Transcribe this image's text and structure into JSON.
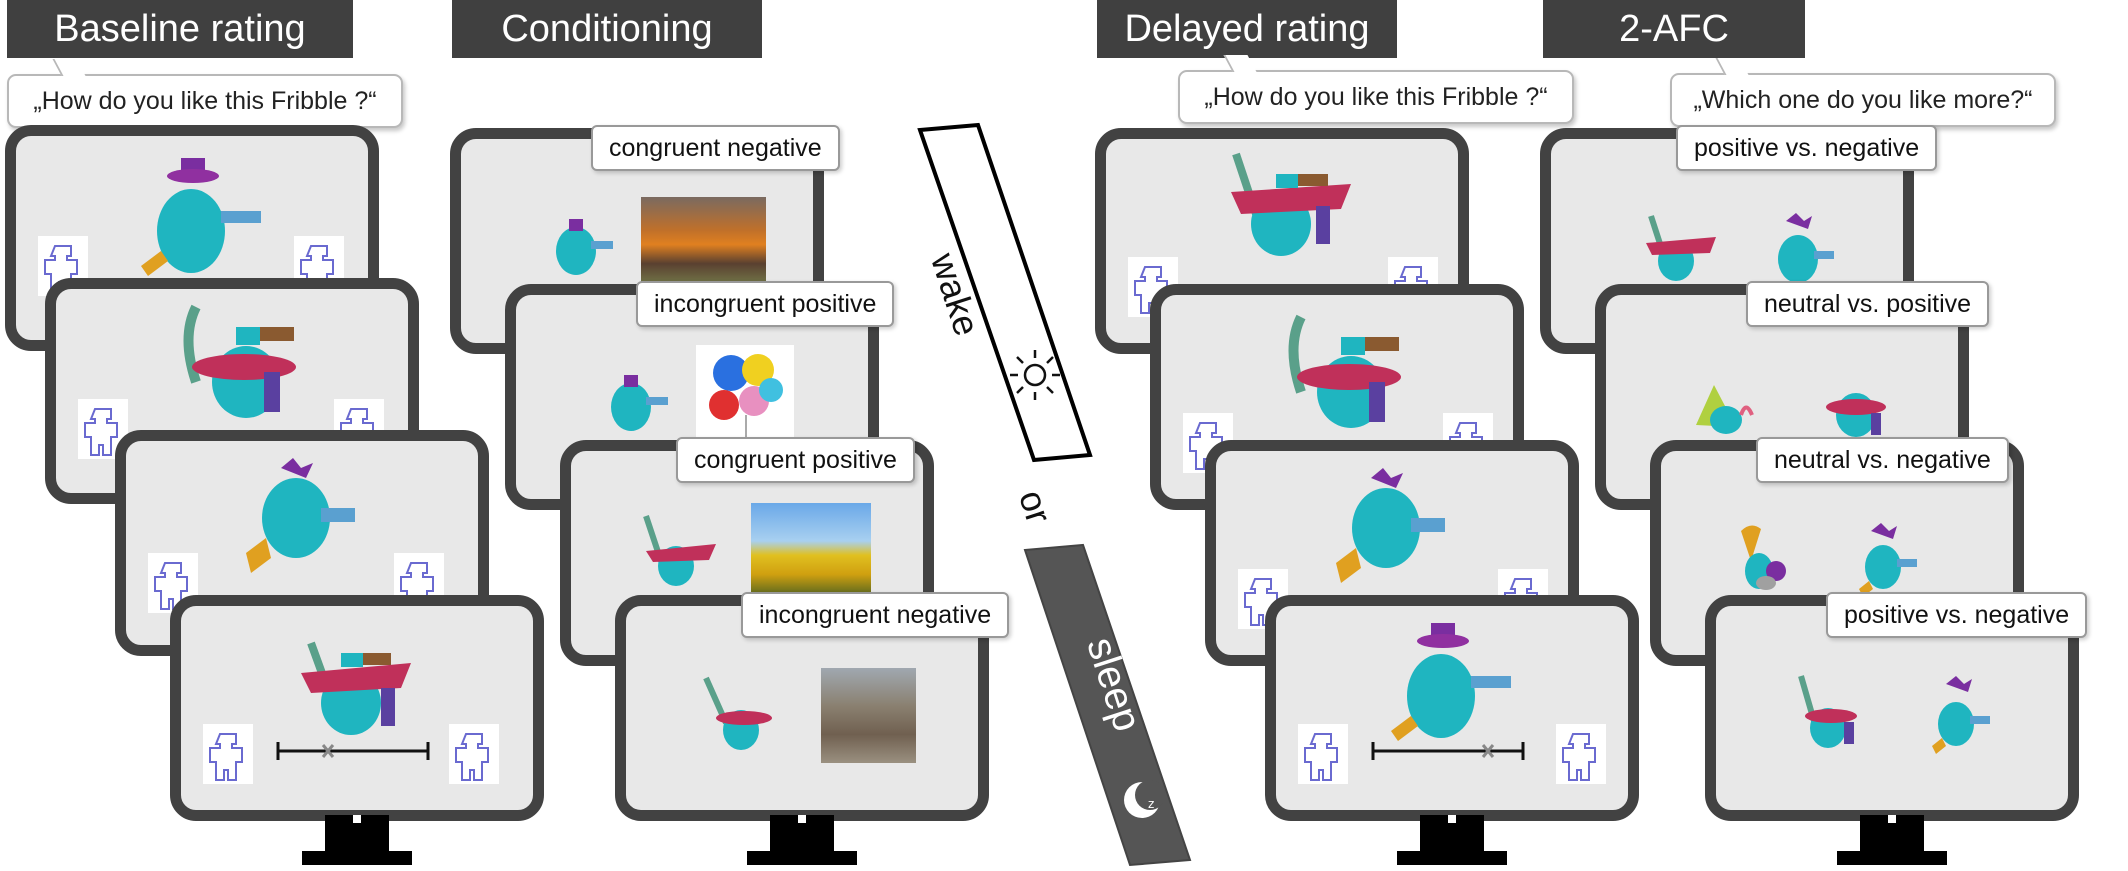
{
  "phases": [
    {
      "title": "Baseline rating",
      "question": "„How do you like this  Fribble ?“"
    },
    {
      "title": "Conditioning"
    },
    {
      "title": "Delayed rating",
      "question": "„How do you like this  Fribble ?“"
    },
    {
      "title": "2-AFC",
      "question": "„Which one do you like more?“"
    }
  ],
  "conditioning_labels": [
    "congruent negative",
    "incongruent positive",
    "congruent positive",
    "incongruent negative"
  ],
  "afc_labels": [
    "positive vs. negative",
    "neutral vs. positive",
    "neutral vs. negative",
    "positive vs. negative"
  ],
  "wake_label": "wake",
  "or_label": "or",
  "sleep_label": "sleep",
  "colors": {
    "header_bg": "#404040",
    "monitor_frame": "#424242",
    "screen": "#e8e8e8",
    "fribble_body": "#1fb5c0",
    "fribble_magenta": "#c0305a",
    "fribble_purple": "#7a2ea0",
    "sleep_band": "#555555"
  }
}
